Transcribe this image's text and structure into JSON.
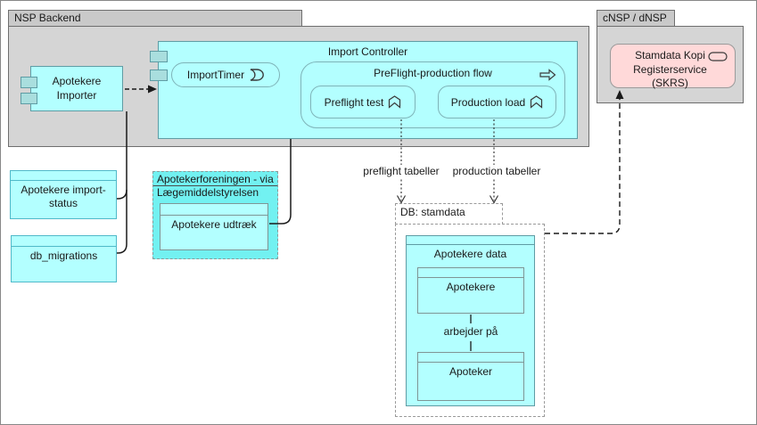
{
  "diagram": {
    "groups": {
      "nsp_backend": {
        "title": "NSP Backend"
      },
      "cnsp_dnsp": {
        "title": "cNSP / dNSP"
      },
      "apotekerforeningen": {
        "title_line1": "Apotekerforeningen - via",
        "title_line2": "Lægemiddelstyrelsen"
      },
      "db_stamdata": {
        "title": "DB: stamdata"
      }
    },
    "nodes": {
      "apotekere_importer": {
        "label": "Apotekere Importer"
      },
      "import_controller": {
        "label": "Import Controller"
      },
      "import_timer": {
        "label": "ImportTimer"
      },
      "preflight_production_flow": {
        "label": "PreFlight-production flow"
      },
      "preflight_test": {
        "label": "Preflight test"
      },
      "production_load": {
        "label": "Production load"
      },
      "apotekere_import_status": {
        "label": "Apotekere import-status"
      },
      "db_migrations": {
        "label": "db_migrations"
      },
      "apotekere_udtraek": {
        "label": "Apotekere udtræk"
      },
      "apotekere_data": {
        "label": "Apotekere data"
      },
      "apotekere": {
        "label": "Apotekere"
      },
      "apoteker": {
        "label": "Apoteker"
      },
      "skrs": {
        "label": "Stamdata Kopi Registerservice (SKRS)"
      }
    },
    "connector_labels": {
      "preflight_tabeller": "preflight tabeller",
      "production_tabeller": "production tabeller",
      "arbejder_paa": "arbejder på"
    },
    "colors": {
      "group_body_fill": "#d5d5d5",
      "group_tab_fill": "#c9c9c9",
      "component_fill": "#b3ffff",
      "bright_group_fill": "#72f1f1",
      "service_fill": "#ffd9d9",
      "port_fill": "#a9dede",
      "connector": "#1a1a1a"
    }
  }
}
